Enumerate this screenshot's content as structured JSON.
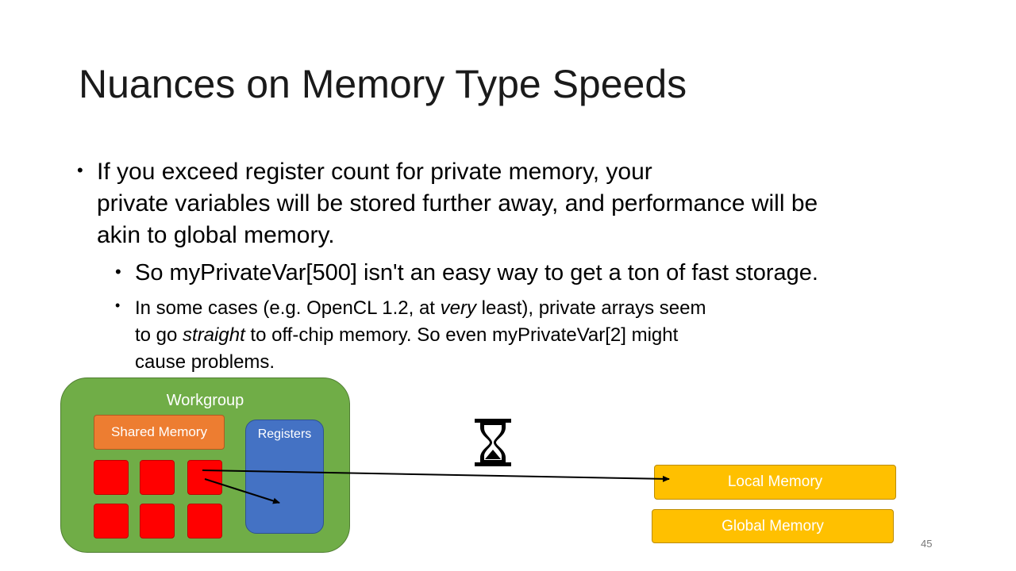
{
  "slide": {
    "title": "Nuances on Memory Type Speeds",
    "bullet1": {
      "lines": [
        "If you exceed register count for private memory, your",
        "private variables will be stored further away, and performance will be",
        "akin to global memory."
      ]
    },
    "bullet2": "So myPrivateVar[500] isn't an easy way to get a ton of fast storage.",
    "bullet3": {
      "line1_a": "In some cases (e.g. OpenCL 1.2, at ",
      "line1_em": "very",
      "line1_b": " least), private arrays seem",
      "line2_a": "to go ",
      "line2_em": "straight",
      "line2_b": " to off-chip memory. So even myPrivateVar[2] might",
      "line3": "cause problems."
    },
    "page_number": "45"
  },
  "diagram": {
    "workgroup_label": "Workgroup",
    "shared_memory_label": "Shared Memory",
    "registers_label": "Registers",
    "local_memory_label": "Local Memory",
    "global_memory_label": "Global Memory",
    "hourglass_icon": "hourglass-icon",
    "colors": {
      "workgroup": "#70ad47",
      "shared_memory": "#ed7d31",
      "registers": "#4472c4",
      "thread": "#ff0000",
      "memory_box": "#ffc000"
    }
  }
}
